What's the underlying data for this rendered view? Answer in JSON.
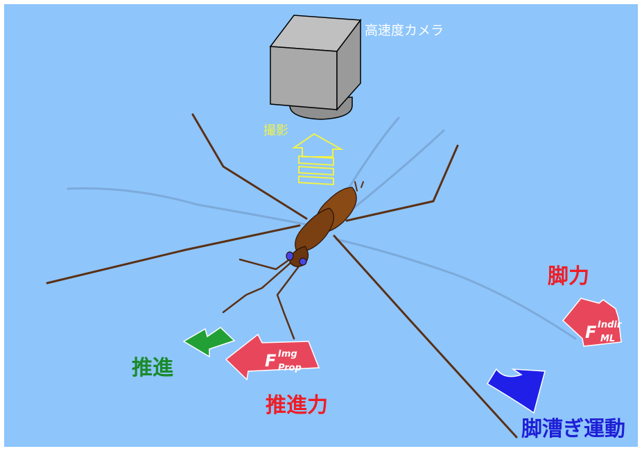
{
  "labels": {
    "camera": "高速度カメラ",
    "shooting": "撮影",
    "thrust": "推進",
    "propulsive_force": "推進力",
    "leg_force": "脚力",
    "rowing_motion": "脚漕ぎ運動"
  },
  "forces": {
    "propulsion": {
      "symbol": "F",
      "sup": "Img",
      "sub": "Prop"
    },
    "leg": {
      "symbol": "F",
      "sup": "Indir",
      "sub": "ML"
    }
  },
  "colors": {
    "background": "#8ec5fb",
    "camera_body": "#a9a9a9",
    "camera_lens": "#8f8f8f",
    "shooting_arrow": "#f2f24a",
    "thrust_arrow": "#22a036",
    "force_arrow": "#e8475b",
    "force_text": "#ee1d25",
    "motion_arrow": "#1f1fe8",
    "motion_text": "#1f1fd6",
    "insect_body": "#7a4012",
    "insect_leg": "#5a3014",
    "eyes": "#4646e6",
    "water_shadow": "#7aa6d6"
  }
}
